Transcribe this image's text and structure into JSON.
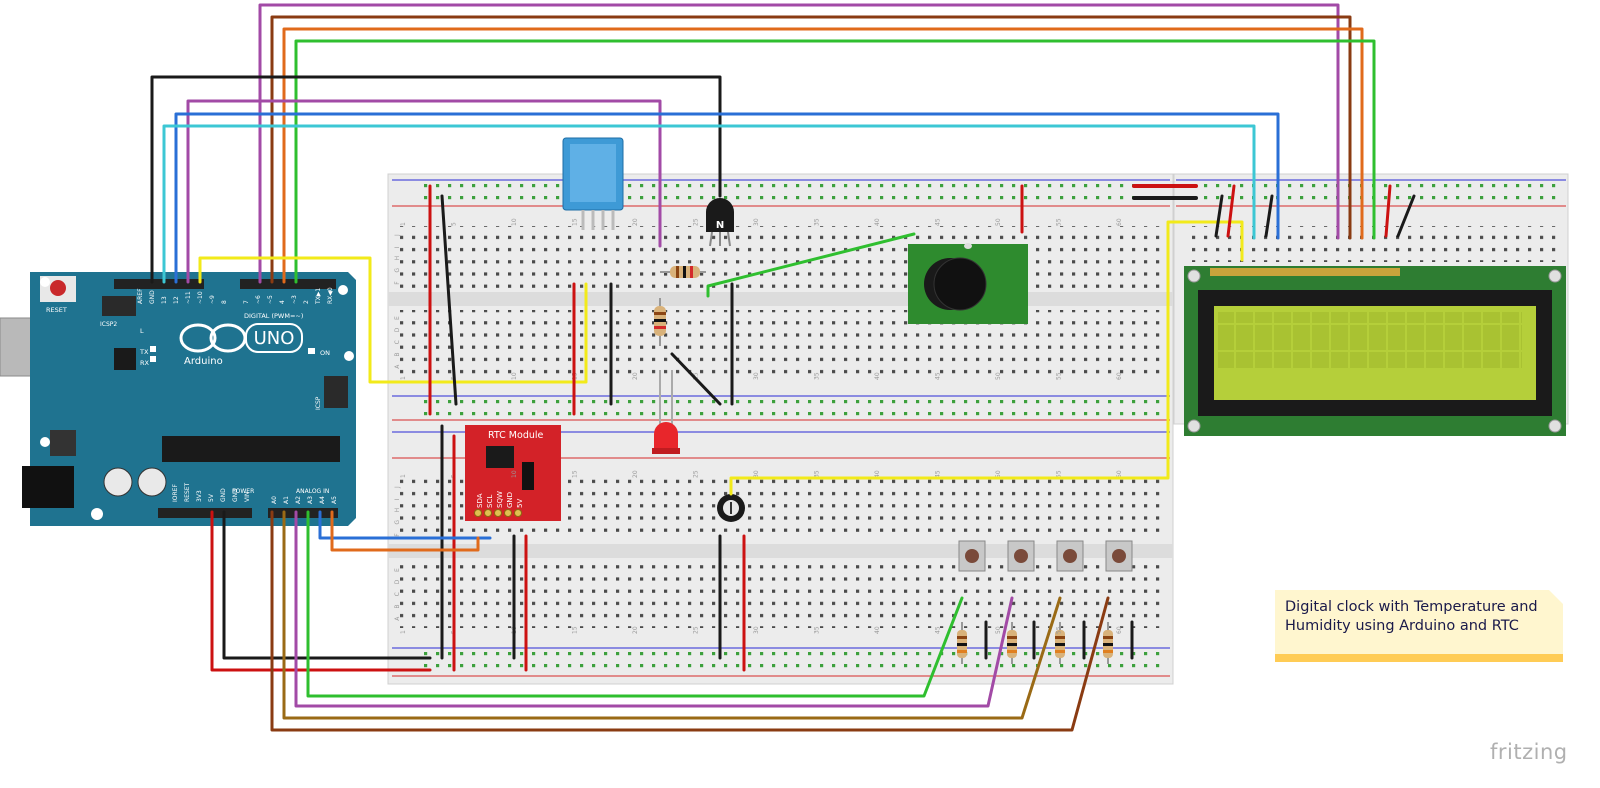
{
  "note": {
    "line1": "Digital clock  with Temperature and",
    "line2": "Humidity  using  Arduino and RTC"
  },
  "watermark": "fritzing",
  "arduino": {
    "brand": "Arduino",
    "model": "UNO",
    "reset_label": "RESET",
    "icsp2_label": "ICSP2",
    "icsp_label": "ICSP",
    "digital_label": "DIGITAL (PWM=~)",
    "power_label": "POWER",
    "analog_label": "ANALOG IN",
    "on_label": "ON",
    "l_label": "L",
    "tx_label": "TX",
    "rx_label": "RX",
    "digital_pins": [
      "AREF",
      "GND",
      "13",
      "12",
      "~11",
      "~10",
      "~9",
      "8",
      "7",
      "~6",
      "~5",
      "4",
      "~3",
      "2",
      "TX▶1",
      "RX◀0"
    ],
    "power_pins": [
      "IOREF",
      "RESET",
      "3V3",
      "5V",
      "GND",
      "GND",
      "VIN"
    ],
    "analog_pins": [
      "A0",
      "A1",
      "A2",
      "A3",
      "A4",
      "A5"
    ]
  },
  "rtc": {
    "title": "RTC Module",
    "pins": [
      "SDA",
      "SCL",
      "SQW",
      "GND",
      "5V"
    ]
  },
  "transistor": {
    "label": "N"
  },
  "breadboard": {
    "row_labels": [
      "J",
      "I",
      "H",
      "G",
      "F",
      "E",
      "D",
      "C",
      "B",
      "A"
    ],
    "column_numbers": [
      "1",
      "5",
      "10",
      "15",
      "20",
      "25",
      "30",
      "35",
      "40",
      "45",
      "50",
      "55",
      "60"
    ]
  },
  "colors": {
    "board": "#1f7390",
    "breadboard": "#ececec",
    "lcd_pcb": "#2e7d32",
    "lcd_screen": "#b5cf3a",
    "rtc": "#d32228",
    "dht": "#3e9ad6",
    "wire_red": "#cc1111",
    "wire_black": "#1a1a1a",
    "wire_yellow": "#f2ea1a",
    "wire_green": "#2fbf2f",
    "wire_purple": "#a24aa6",
    "wire_brown": "#8a3b12",
    "wire_orange": "#e06a1b",
    "wire_blue": "#2a6fd6",
    "wire_cyan": "#3cc7d4",
    "wire_olive": "#9a6a15"
  }
}
